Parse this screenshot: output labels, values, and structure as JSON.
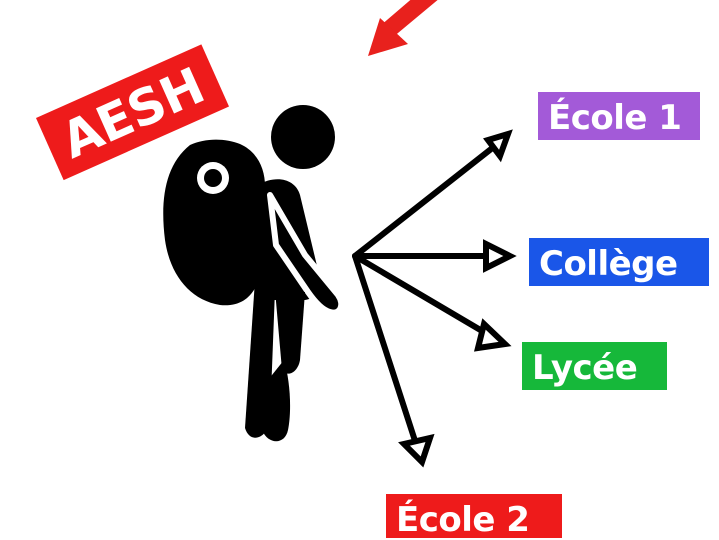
{
  "labels": {
    "aesh": "AESH",
    "ecole1": "École 1",
    "college": "Collège",
    "lycee": "Lycée",
    "ecole2": "École 2"
  },
  "colors": {
    "aesh": "#ee1b1b",
    "ecole1": "#a35ad8",
    "college": "#1a56e8",
    "lycee": "#16b83a",
    "ecole2": "#ee1b1b",
    "pointer_arrow": "#e8211d",
    "figure": "#000000"
  },
  "icons": {
    "figure": "hiker-with-backpack-icon",
    "pointer": "red-arrow-icon"
  }
}
